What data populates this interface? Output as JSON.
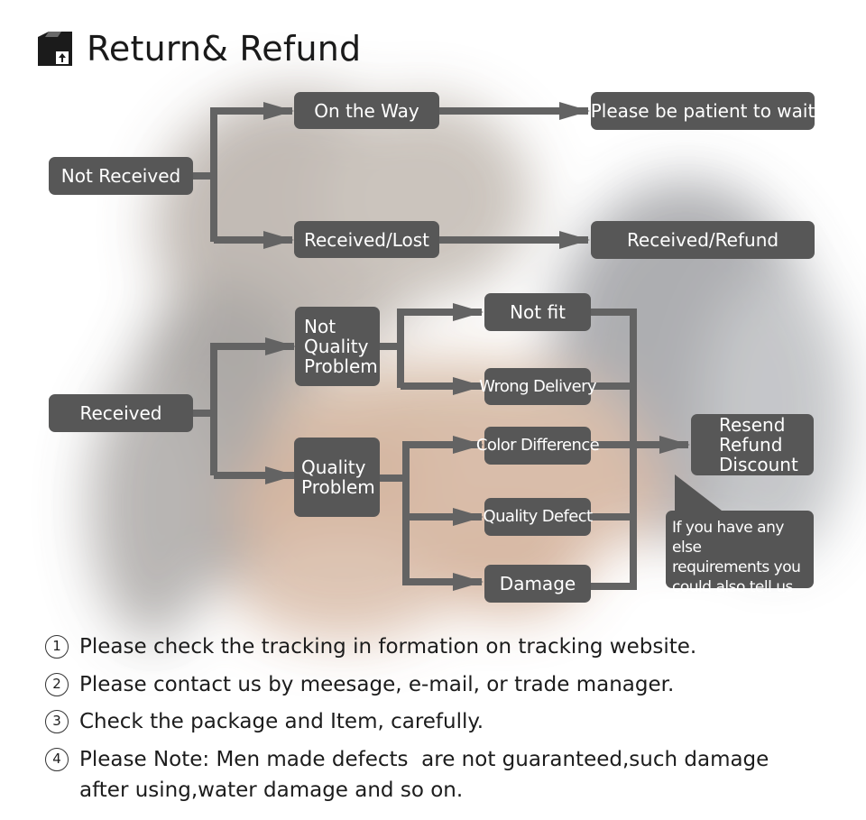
{
  "header": {
    "title": "Return& Refund",
    "icon": "package-box-icon"
  },
  "flow": {
    "not_received": {
      "label": "Not Received",
      "on_the_way": "On the Way",
      "please_wait": "Please be patient to wait",
      "received_lost": "Received/Lost",
      "received_refund": "Received/Refund"
    },
    "received": {
      "label": "Received",
      "not_quality_problem": [
        "Not",
        "Quality",
        "Problem"
      ],
      "quality_problem": [
        "Quality",
        "Problem"
      ],
      "not_fit": "Not fit",
      "wrong_delivery": "Wrong Delivery",
      "color_difference": "Color Difference",
      "quality_defect": "Quality Defect",
      "damage": "Damage",
      "outcome": [
        "Resend",
        "Refund",
        "Discount"
      ],
      "callout": [
        "If you have any else",
        "requirements you",
        "could also tell us"
      ]
    }
  },
  "notes": [
    {
      "number": "1",
      "text": "Please check the tracking in formation on tracking website."
    },
    {
      "number": "2",
      "text": "Please contact us by meesage, e-mail, or trade manager."
    },
    {
      "number": "3",
      "text": "Check the package and Item, carefully."
    },
    {
      "number": "4",
      "text": "Please Note: Men made defects  are not guaranteed,such damage\nafter using,water damage and so on."
    }
  ],
  "colors": {
    "box": "#575757",
    "connector": "#636363",
    "text": "#1a1a1a"
  }
}
